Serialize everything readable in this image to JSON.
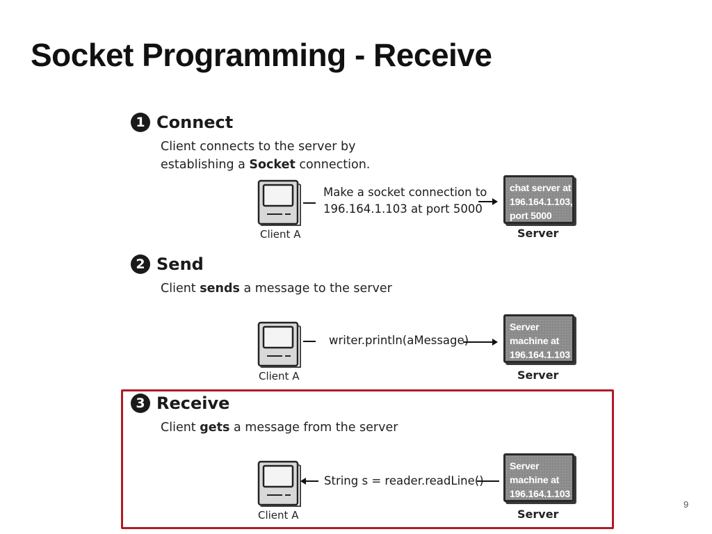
{
  "slide": {
    "title": "Socket Programming - Receive",
    "page_number": "9"
  },
  "steps": [
    {
      "number": "1",
      "title": "Connect",
      "desc_line1": "Client connects to the server by",
      "desc_line2_pre": "establishing a ",
      "desc_line2_bold": "Socket",
      "desc_line2_post": " connection.",
      "client_label": "Client A",
      "message_line1": "Make a socket connection to",
      "message_line2": "196.164.1.103 at port 5000",
      "server_line1": "chat server at",
      "server_line2": "196.164.1.103,",
      "server_line3": "port 5000",
      "server_label": "Server"
    },
    {
      "number": "2",
      "title": "Send",
      "desc_pre": "Client ",
      "desc_bold": "sends",
      "desc_post": " a message to the server",
      "client_label": "Client A",
      "message": "writer.println(aMessage)",
      "server_line1": "Server",
      "server_line2": "machine at",
      "server_line3": "196.164.1.103",
      "server_label": "Server"
    },
    {
      "number": "3",
      "title": "Receive",
      "desc_pre": "Client ",
      "desc_bold": "gets",
      "desc_post": " a message from the server",
      "client_label": "Client A",
      "message": "String s = reader.readLine()",
      "server_line1": "Server",
      "server_line2": "machine at",
      "server_line3": "196.164.1.103",
      "server_label": "Server"
    }
  ],
  "colors": {
    "highlight_border": "#b01a26",
    "server_fill": "#8a8a8a"
  }
}
